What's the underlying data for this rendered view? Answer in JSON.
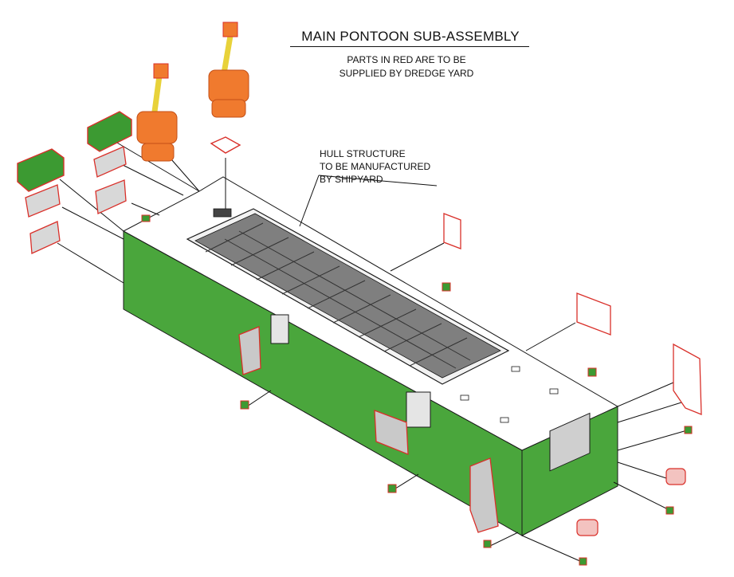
{
  "title": "MAIN PONTOON SUB-ASSEMBLY",
  "notes": {
    "line1": "PARTS IN RED ARE TO BE",
    "line2": "SUPPLIED BY DREDGE YARD"
  },
  "hull_callout": {
    "line1": "HULL STRUCTURE",
    "line2": "TO BE MANUFACTURED",
    "line3": "BY SHIPYARD"
  },
  "colors": {
    "hull_green": "#4aa63c",
    "hull_green_dark": "#2f7d27",
    "red_parts_outline": "#d9302a",
    "winch_orange": "#f07a2e",
    "spud_yellow": "#e8d23a",
    "deck_white": "#ffffff",
    "well_grey": "#8c8c8c"
  }
}
